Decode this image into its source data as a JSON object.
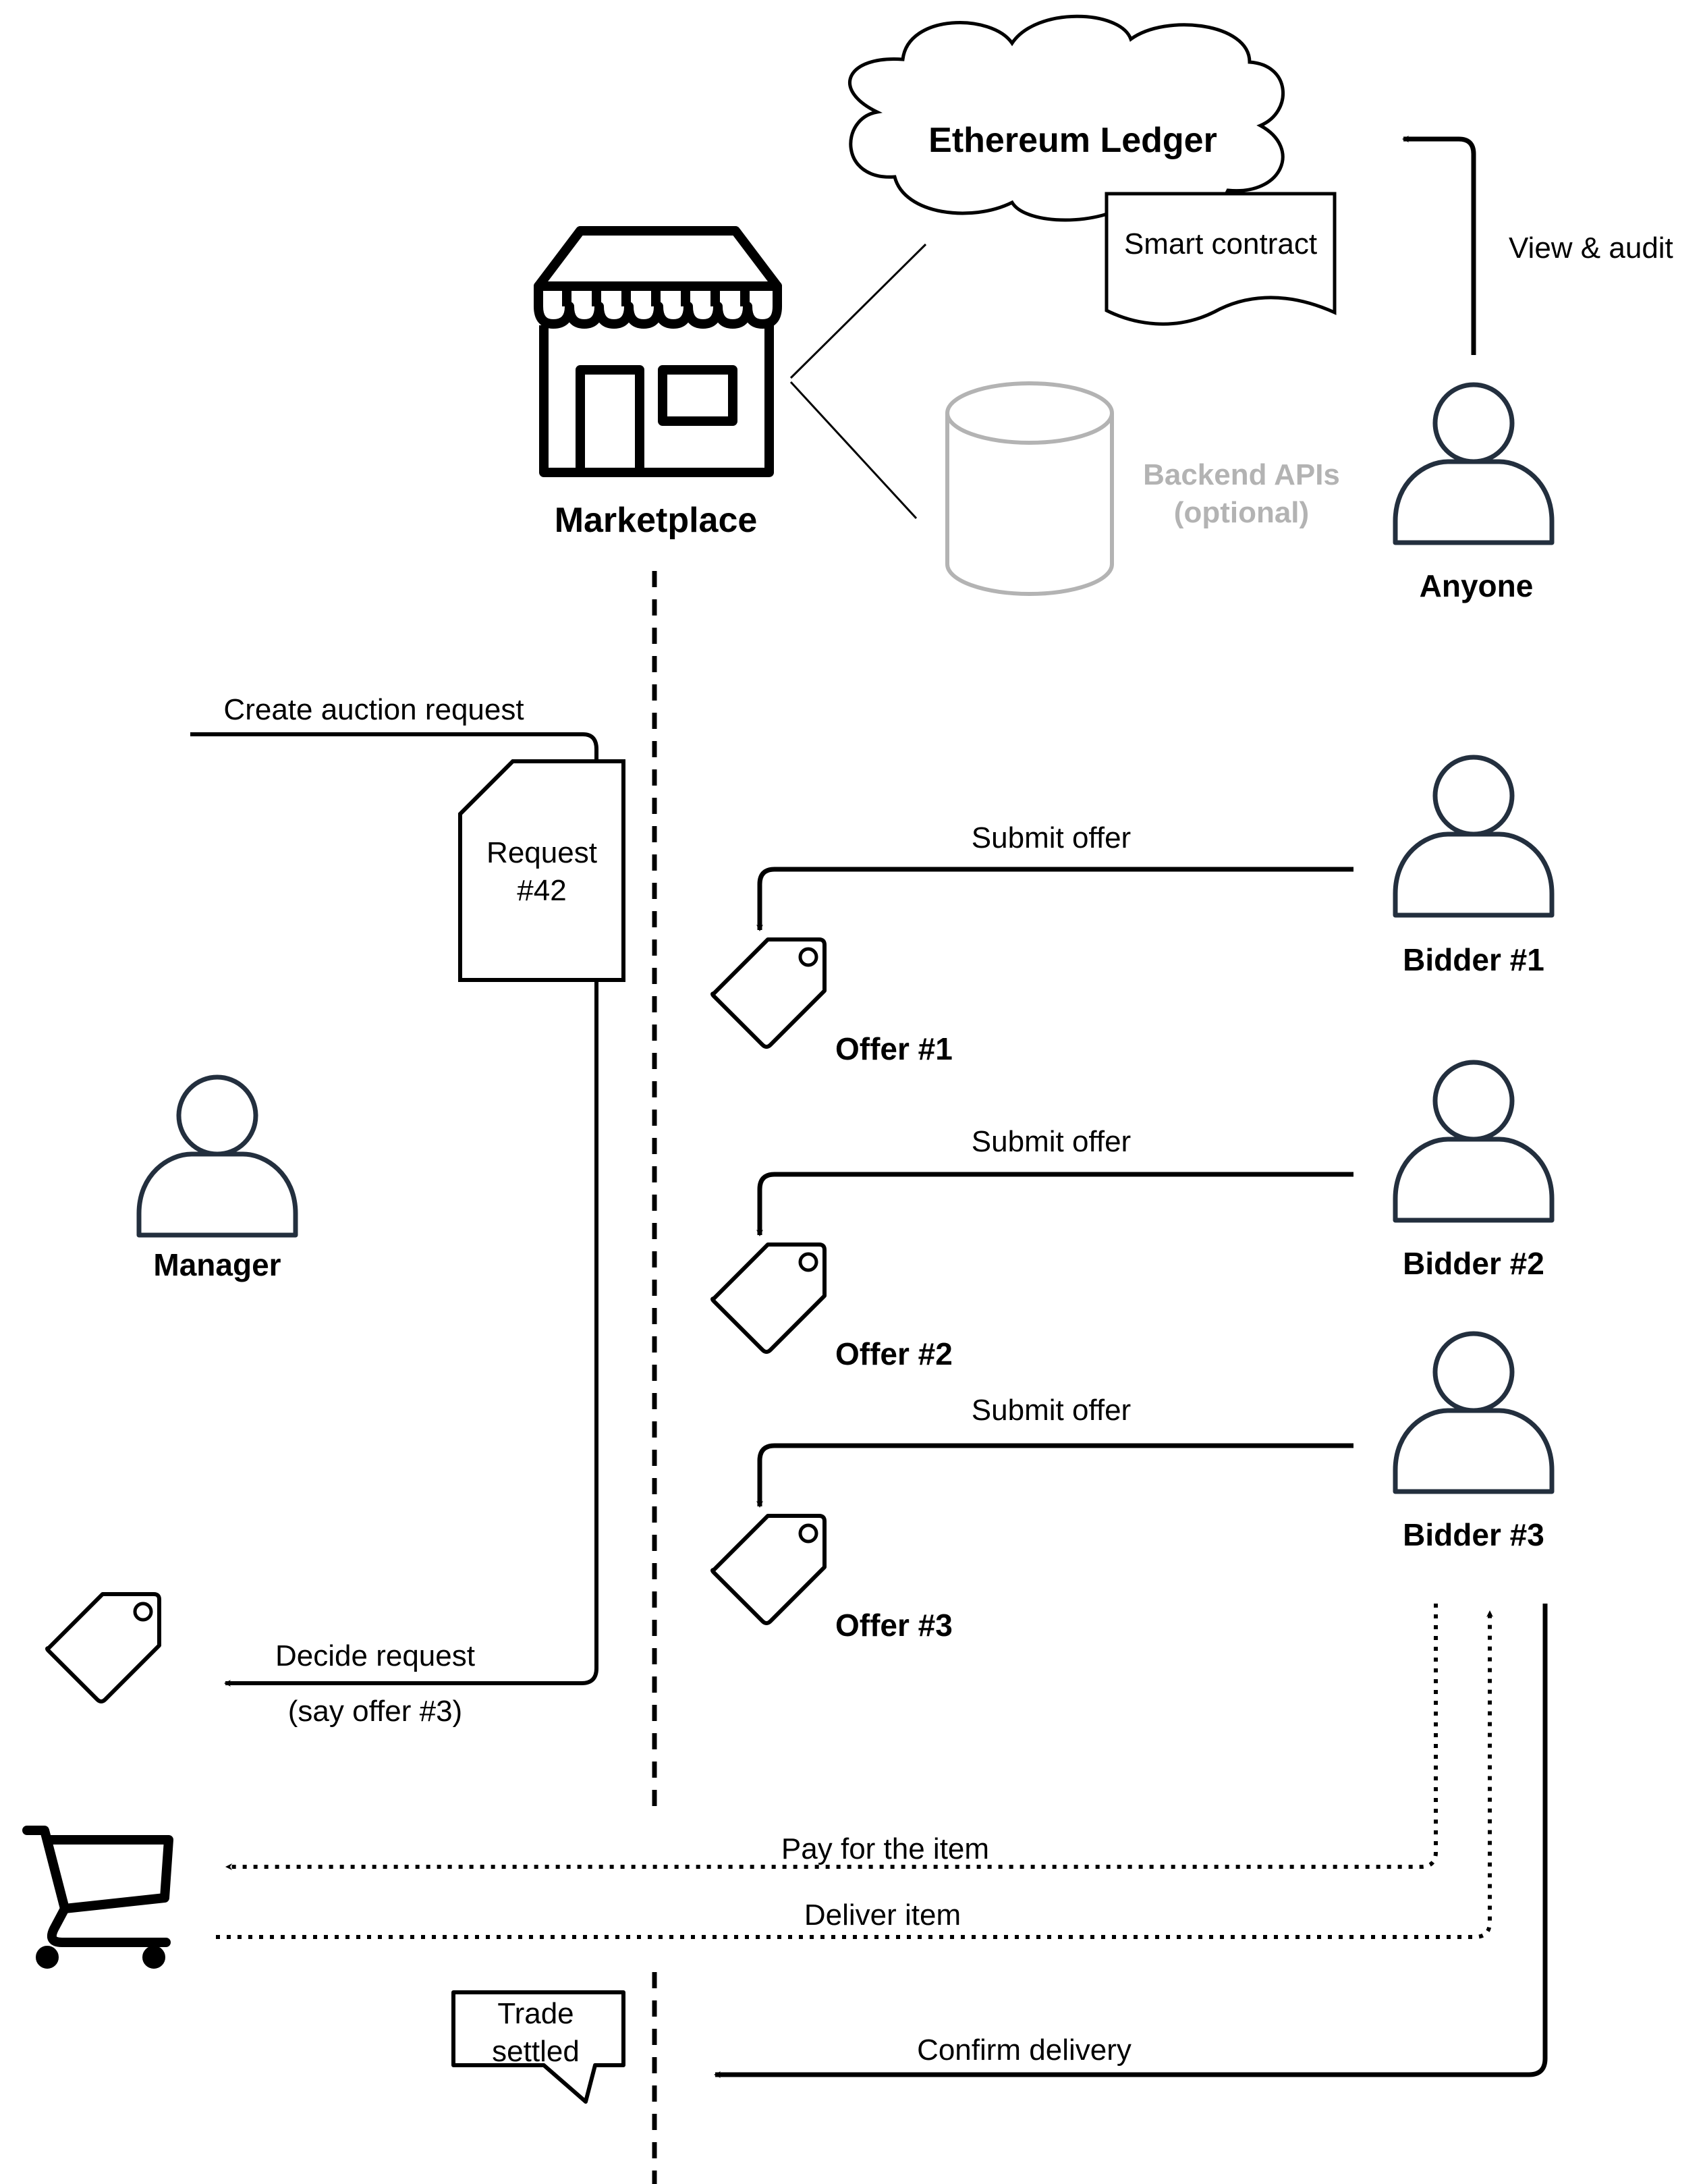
{
  "cloud": {
    "title": "Ethereum Ledger"
  },
  "smart_contract": {
    "label": "Smart contract"
  },
  "backend": {
    "line1": "Backend APIs",
    "line2": "(optional)"
  },
  "marketplace": {
    "label": "Marketplace"
  },
  "anyone": {
    "label": "Anyone",
    "action": "View & audit"
  },
  "request": {
    "title_line1": "Request",
    "title_line2": "#42",
    "create_label": "Create auction request"
  },
  "manager": {
    "label": "Manager"
  },
  "bidders": [
    {
      "name": "Bidder #1",
      "action": "Submit offer",
      "offer": "Offer #1"
    },
    {
      "name": "Bidder #2",
      "action": "Submit offer",
      "offer": "Offer #2"
    },
    {
      "name": "Bidder #3",
      "action": "Submit offer",
      "offer": "Offer #3"
    }
  ],
  "decide": {
    "line1": "Decide request",
    "line2": "(say offer #3)"
  },
  "flows": {
    "pay": "Pay for the item",
    "deliver": "Deliver item",
    "confirm": "Confirm delivery"
  },
  "trade_settled": {
    "line1": "Trade",
    "line2": "settled"
  },
  "colors": {
    "stroke": "#000000",
    "person": "#232f3e",
    "muted": "#b3b3b3"
  }
}
